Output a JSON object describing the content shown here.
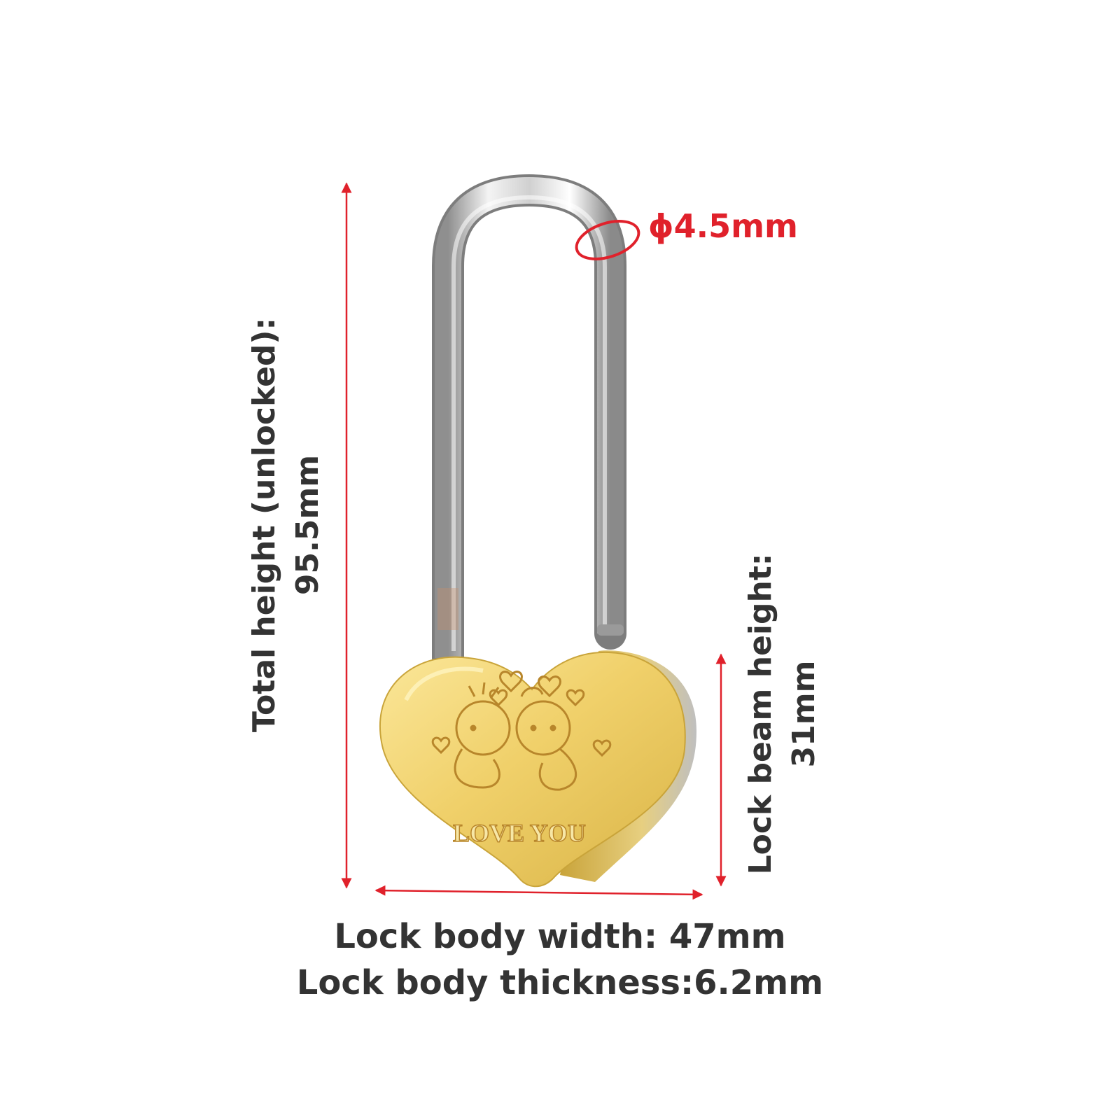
{
  "dimensions": {
    "total_height_label": "Total height (unlocked):",
    "total_height_value": "95.5mm",
    "beam_height_label": "Lock beam height:",
    "beam_height_value": "31mm",
    "shackle_diameter": "ϕ4.5mm",
    "body_width": "Lock body width: 47mm",
    "body_thickness": "Lock body thickness:6.2mm"
  },
  "engraving": {
    "text": "LOVE YOU"
  },
  "colors": {
    "annotation_red": "#e0212b",
    "label_text": "#333333",
    "gold": "#e8c95a",
    "silver": "#c9c9c9"
  },
  "icons": {
    "product": "heart-padlock-icon"
  }
}
